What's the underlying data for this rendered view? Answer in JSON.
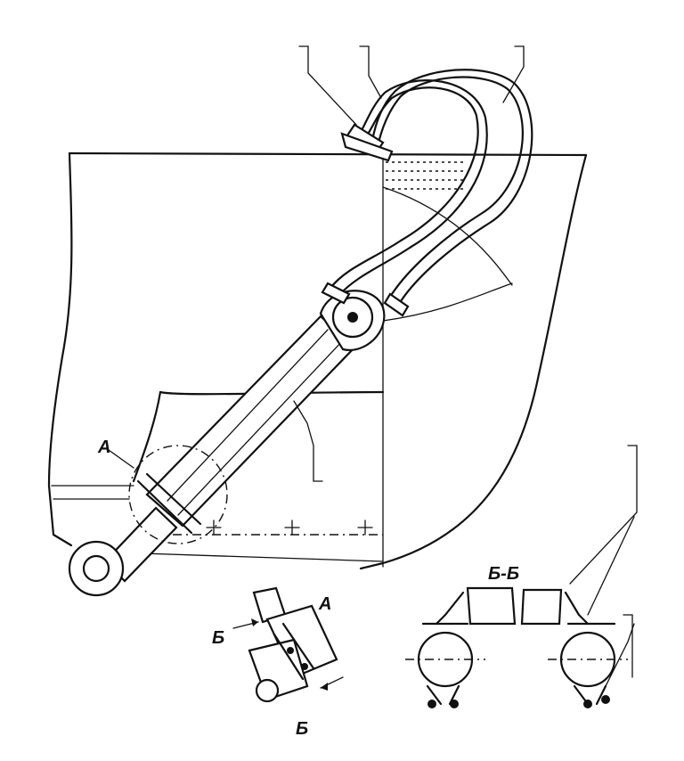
{
  "labels": {
    "detail_a_main": "A",
    "detail_a_view": "A",
    "section_b_top": "Б",
    "section_b_bottom": "Б",
    "section_b_title": "Б-Б"
  }
}
